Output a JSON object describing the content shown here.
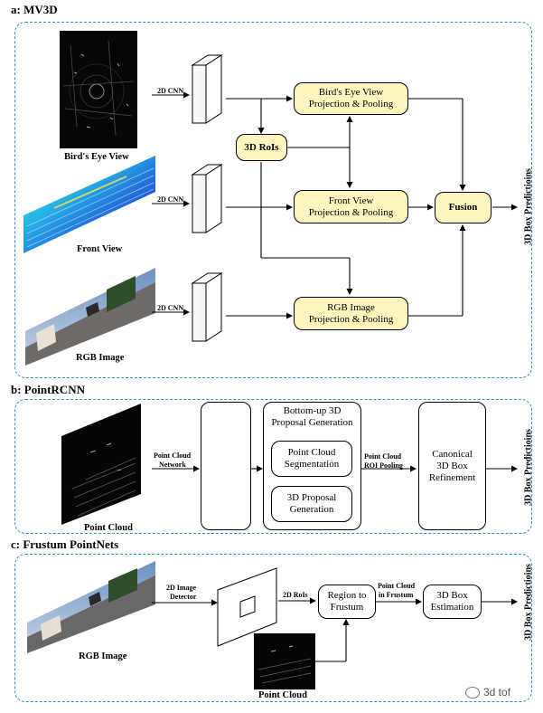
{
  "sections": {
    "mv3d": {
      "title": "a: MV3D",
      "inputs": {
        "bev": "Bird's Eye View",
        "front": "Front View",
        "rgb": "RGB Image"
      },
      "cnn_label": "2D CNN",
      "rois": "3D RoIs",
      "bev_pool": [
        "Bird's Eye View",
        "Projection & Pooling"
      ],
      "front_pool": [
        "Front View",
        "Projection & Pooling"
      ],
      "rgb_pool": [
        "RGB Image",
        "Projection & Pooling"
      ],
      "fusion": "Fusion",
      "output": "3D Box Predictioins"
    },
    "pointrcnn": {
      "title": "b: PointRCNN",
      "input": "Point Cloud",
      "network_label": [
        "Point Cloud",
        "Network"
      ],
      "stage1_title": [
        "Bottom-up 3D",
        "Proposal Generation"
      ],
      "segmentation": [
        "Point Cloud",
        "Segmentation"
      ],
      "proposal": [
        "3D Proposal",
        "Generation"
      ],
      "roi_label": [
        "Point Cloud",
        "ROI Pooling"
      ],
      "refine": [
        "Canonical",
        "3D Box",
        "Refinement"
      ],
      "output": "3D Box Predictioins"
    },
    "frustum": {
      "title": "c: Frustum PointNets",
      "input_rgb": "RGB Image",
      "detector_label": [
        "2D Image",
        "Detector"
      ],
      "rois_label": "2D RoIs",
      "region": [
        "Region to",
        "Frustum"
      ],
      "frustum_label": [
        "Point Cloud",
        "in Frustum"
      ],
      "box_est": [
        "3D Box",
        "Estimation"
      ],
      "input_pc": "Point Cloud",
      "output": "3D Box Predictioins"
    }
  },
  "watermark": "3d tof"
}
